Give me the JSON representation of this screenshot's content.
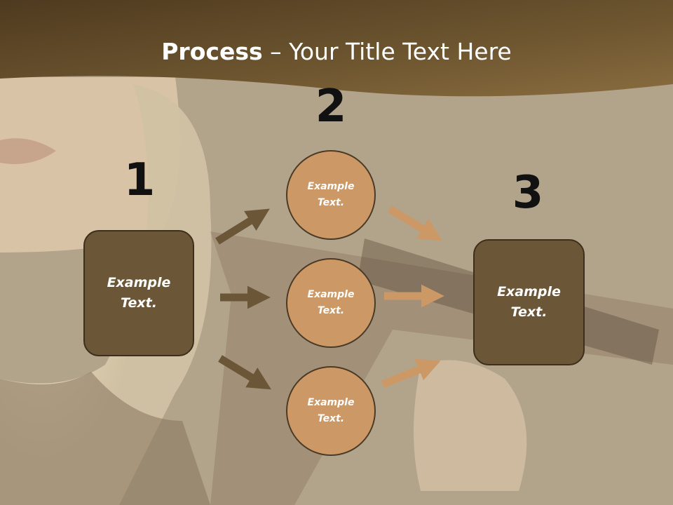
{
  "title": {
    "bold": "Process",
    "rest": " – Your Title Text Here"
  },
  "numbers": [
    "1",
    "2",
    "3"
  ],
  "left_box": {
    "text": "Example\nText."
  },
  "right_box": {
    "text": "Example\nText."
  },
  "circles": [
    {
      "text": "Example\nText."
    },
    {
      "text": "Example\nText."
    },
    {
      "text": "Example\nText."
    }
  ],
  "colors": {
    "header_band": "#5a4526",
    "box_fill": "#6b5638",
    "circle_fill": "#cc9866",
    "arrow_dark": "#6b5638",
    "arrow_light": "#cc9866"
  }
}
